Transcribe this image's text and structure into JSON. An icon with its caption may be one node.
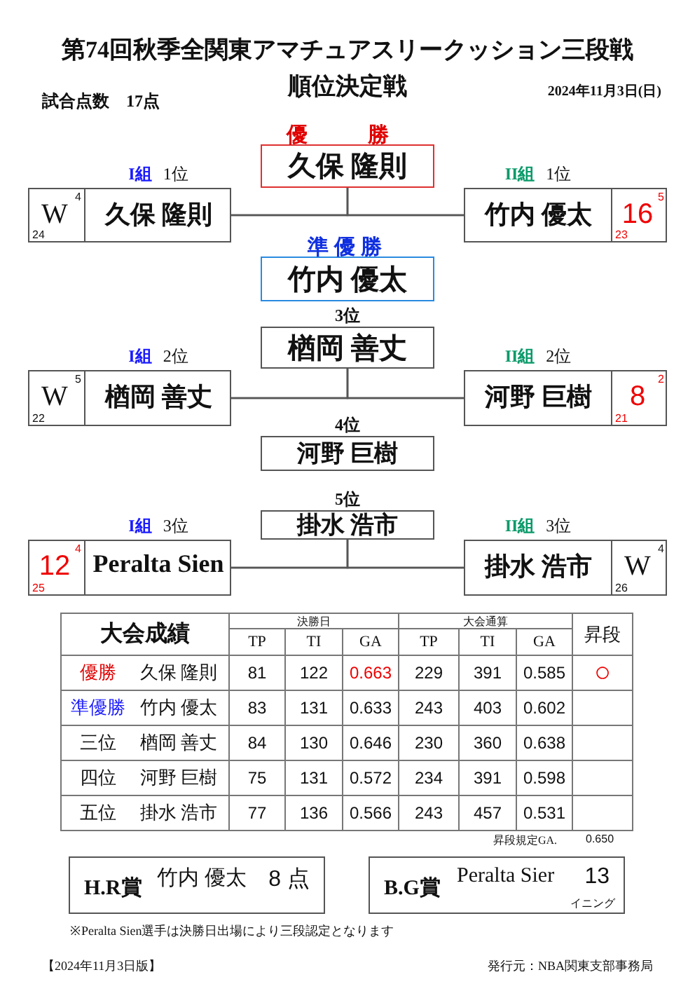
{
  "diagram": {
    "title": "第74回秋季全関東アマチュアスリークッション三段戦",
    "nodes": [
      {
        "text": [
          "優　勝",
          "久保 隆則"
        ]
      },
      {
        "text": [
          "I組",
          "1位",
          "久保 隆則"
        ]
      },
      {
        "text": [
          "W",
          "4",
          "24"
        ],
        "in": 1
      },
      {
        "text": [
          "II組",
          "1位",
          "竹内 優太"
        ]
      },
      {
        "text": [
          "16",
          "5",
          "23"
        ],
        "in": 3
      },
      {
        "text": [
          "準優勝",
          "竹内 優太"
        ]
      },
      {
        "text": [
          "3位",
          "楢岡 善丈"
        ]
      },
      {
        "text": [
          "I組",
          "2位",
          "楢岡 善丈"
        ]
      },
      {
        "text": [
          "W",
          "5",
          "22"
        ],
        "in": 7
      },
      {
        "text": [
          "II組",
          "2位",
          "河野 巨樹"
        ]
      },
      {
        "text": [
          "8",
          "2",
          "21"
        ],
        "in": 9
      },
      {
        "text": [
          "4位",
          "河野 巨樹"
        ]
      },
      {
        "text": [
          "5位",
          "掛水 浩市"
        ]
      },
      {
        "text": [
          "I組",
          "3位",
          "Peralta Sien"
        ]
      },
      {
        "text": [
          "12",
          "4",
          "25"
        ],
        "in": 13
      },
      {
        "text": [
          "II組",
          "3位",
          "掛水 浩市"
        ]
      },
      {
        "text": [
          "W",
          "4",
          "26"
        ],
        "in": 15
      },
      {
        "text": [
          "H.R賞",
          "竹内 優太",
          "8 点"
        ]
      },
      {
        "text": [
          "B.G賞",
          "Peralta Sier",
          "13",
          "イニング"
        ]
      }
    ],
    "edges": [
      {
        "from": 1,
        "to": 3,
        "arrow": "none"
      },
      {
        "from": 1,
        "to": 0,
        "arrow": "none"
      },
      {
        "from": 3,
        "to": 0,
        "arrow": "none"
      },
      {
        "from": 7,
        "to": 9,
        "arrow": "none"
      },
      {
        "from": 7,
        "to": 6,
        "arrow": "none"
      },
      {
        "from": 9,
        "to": 6,
        "arrow": "none"
      },
      {
        "from": 13,
        "to": 15,
        "arrow": "none"
      },
      {
        "from": 13,
        "to": 12,
        "arrow": "none"
      },
      {
        "from": 15,
        "to": 12,
        "arrow": "none"
      }
    ],
    "labels": [
      "順位決定戦",
      "試合点数　17点",
      "2024年11月3日(日)",
      "大会成績",
      "決勝日",
      "大会通算",
      "昇段",
      "TP",
      "TI",
      "GA",
      "TP",
      "TI",
      "GA",
      "優勝",
      "久保 隆則",
      "81",
      "122",
      "0.663",
      "229",
      "391",
      "0.585",
      "○",
      "準優勝",
      "竹内 優太",
      "83",
      "131",
      "0.633",
      "243",
      "403",
      "0.602",
      "三位",
      "楢岡 善丈",
      "84",
      "130",
      "0.646",
      "230",
      "360",
      "0.638",
      "四位",
      "河野 巨樹",
      "75",
      "131",
      "0.572",
      "234",
      "391",
      "0.598",
      "五位",
      "掛水 浩市",
      "77",
      "136",
      "0.566",
      "243",
      "457",
      "0.531",
      "昇段規定GA.",
      "0.650",
      "※Peralta Sien選手は決勝日出場により三段認定となります",
      "【2024年11月3日版】",
      "発行元：NBA関東支部事務局"
    ]
  }
}
